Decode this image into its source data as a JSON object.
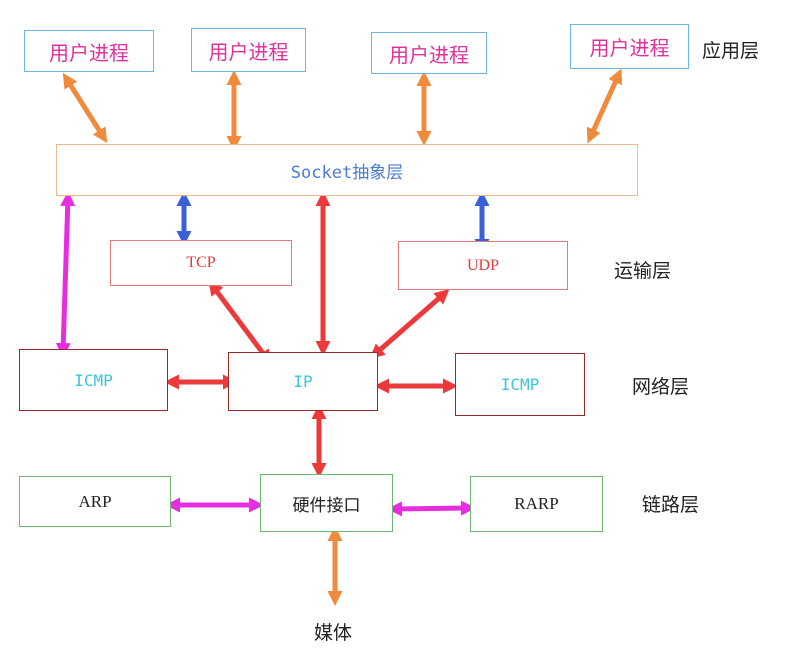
{
  "app_processes": [
    "用户进程",
    "用户进程",
    "用户进程",
    "用户进程"
  ],
  "socket_layer": "Socket抽象层",
  "transport": {
    "tcp": "TCP",
    "udp": "UDP"
  },
  "network": {
    "icmp_left": "ICMP",
    "ip": "IP",
    "icmp_right": "ICMP"
  },
  "link": {
    "arp": "ARP",
    "hw": "硬件接口",
    "rarp": "RARP"
  },
  "media": "媒体",
  "layers": {
    "application": "应用层",
    "transport": "运输层",
    "network": "网络层",
    "link": "链路层"
  },
  "colors": {
    "orange": "#f08a3c",
    "blue": "#3a5fd6",
    "red": "#ec3a3a",
    "magenta": "#e62ee0"
  }
}
